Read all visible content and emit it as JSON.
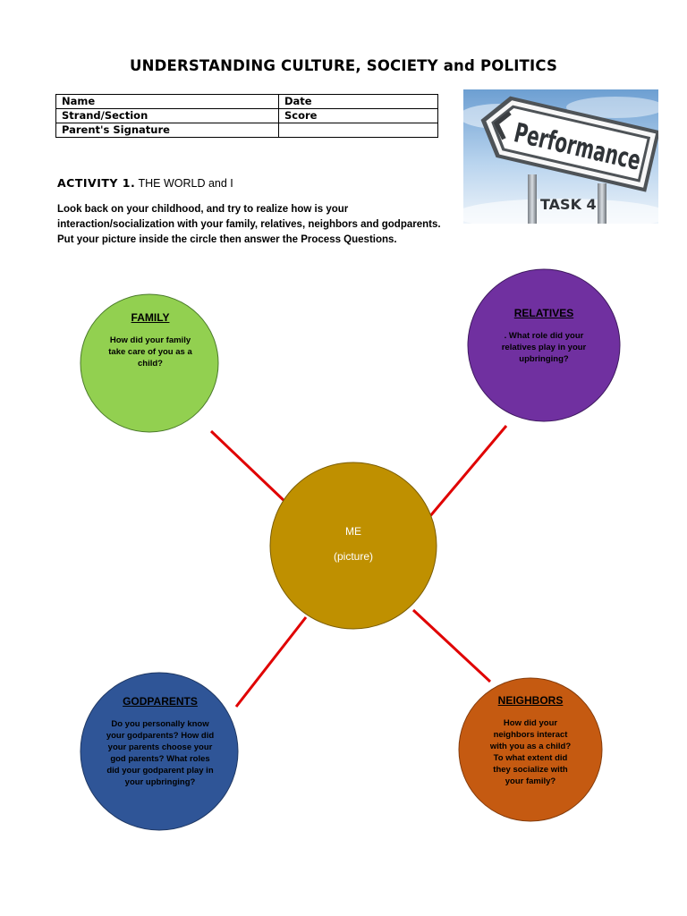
{
  "title": "UNDERSTANDING CULTURE, SOCIETY and POLITICS",
  "form": {
    "name_label": "Name",
    "date_label": "Date",
    "strand_label": "Strand/Section",
    "score_label": "Score",
    "signature_label": "Parent's Signature"
  },
  "banner": {
    "sign_text": "Performance",
    "task_text": "TASK 4"
  },
  "activity": {
    "label": "ACTIVITY 1.",
    "subtitle": "THE WORLD and I"
  },
  "instructions": "Look back on your childhood, and try to realize how is your interaction/socialization with your family, relatives, neighbors and godparents. Put your picture inside the circle then answer the Process Questions.",
  "nodes": {
    "center": {
      "title": "ME",
      "subtitle": "(picture)",
      "color": "#bf9000"
    },
    "family": {
      "title": "FAMILY",
      "question": "How did your family take care of you as a child?",
      "color": "#92d050"
    },
    "relatives": {
      "title": "RELATIVES",
      "question": ". What role did your relatives play in your upbringing?",
      "color": "#7030a0"
    },
    "godparents": {
      "title": "GODPARENTS",
      "question": "Do you personally know your godparents? How did your parents choose your god parents? What roles did your godparent play in your upbringing?",
      "color": "#2f5597"
    },
    "neighbors": {
      "title": "NEIGHBORS",
      "question": "How did your neighbors interact with you as a child?To what extent did they socialize with your family?",
      "color": "#c55a11"
    }
  },
  "connector_color": "#e00000"
}
